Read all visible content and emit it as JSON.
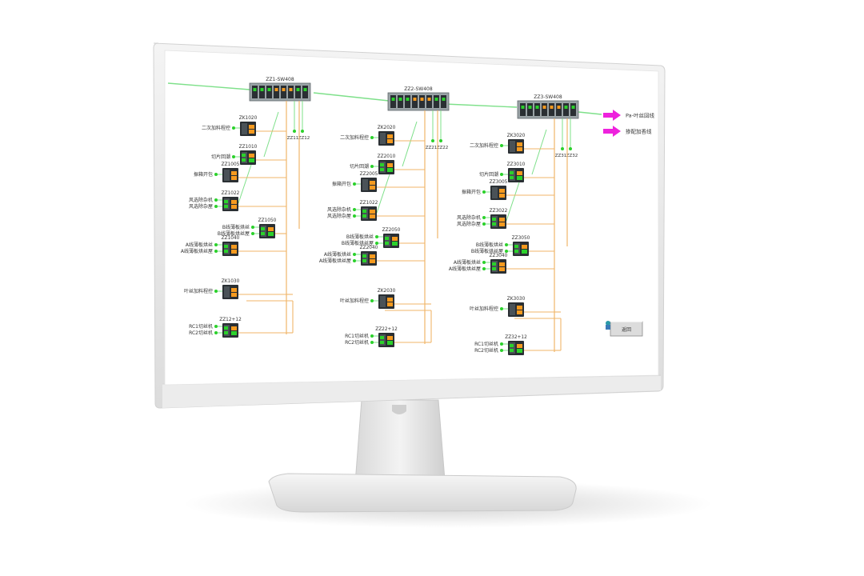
{
  "colors": {
    "network": "#7ee08a",
    "fiber": "#f0b66a",
    "port_green": "#2bd12b",
    "port_orange": "#f59a1f",
    "arrow": "#ee22dd",
    "device": "#2a2f33"
  },
  "switches": [
    {
      "name": "ZZ1-SW408",
      "ports": [
        "ZZ11",
        "ZZ12"
      ]
    },
    {
      "name": "ZZ2-SW408",
      "ports": [
        "ZZ21",
        "ZZ22"
      ]
    },
    {
      "name": "ZZ3-SW408",
      "ports": [
        "ZZ31",
        "ZZ32"
      ]
    }
  ],
  "lines": [
    {
      "devices": [
        {
          "name": "ZK1020",
          "labels": [
            "二次加料程控"
          ]
        },
        {
          "name": "ZZ1010",
          "labels": [
            "切片回潮"
          ]
        },
        {
          "name": "ZZ1005",
          "labels": [
            "振箱开包"
          ]
        },
        {
          "name": "ZZ1022",
          "labels": [
            "风选除杂机",
            "风选除杂屋"
          ]
        },
        {
          "name": "ZZ1050",
          "labels": [
            "B线薄板烘丝",
            "B线薄板烘丝屋"
          ]
        },
        {
          "name": "ZZ1040",
          "labels": [
            "A线薄板烘丝",
            "A线薄板烘丝屋"
          ]
        },
        {
          "name": "ZK1030",
          "labels": [
            "叶丝加料程控"
          ]
        },
        {
          "name": "ZZ12+12",
          "labels": [
            "RC1切丝机",
            "RC2切丝机"
          ]
        }
      ]
    },
    {
      "devices": [
        {
          "name": "ZK2020",
          "labels": [
            "二次加料程控"
          ]
        },
        {
          "name": "ZZ2010",
          "labels": [
            "切片回潮"
          ]
        },
        {
          "name": "ZZ2005",
          "labels": [
            "振箱开包"
          ]
        },
        {
          "name": "ZZ1022",
          "labels": [
            "风选除杂机",
            "风选除杂屋"
          ]
        },
        {
          "name": "ZZ2050",
          "labels": [
            "B线薄板烘丝",
            "B线薄板烘丝屋"
          ]
        },
        {
          "name": "ZZ2040",
          "labels": [
            "A线薄板烘丝",
            "A线薄板烘丝屋"
          ]
        },
        {
          "name": "ZK2030",
          "labels": [
            "叶丝加料程控"
          ]
        },
        {
          "name": "ZZ22+12",
          "labels": [
            "RC1切丝机",
            "RC2切丝机"
          ]
        }
      ]
    },
    {
      "devices": [
        {
          "name": "ZK3020",
          "labels": [
            "二次加料程控"
          ]
        },
        {
          "name": "ZZ3010",
          "labels": [
            "切片回潮"
          ]
        },
        {
          "name": "ZZ3005",
          "labels": [
            "振箱开包"
          ]
        },
        {
          "name": "ZZ3022",
          "labels": [
            "风选除杂机",
            "风选除杂屋"
          ]
        },
        {
          "name": "ZZ3050",
          "labels": [
            "B线薄板烘丝",
            "B线薄板烘丝屋"
          ]
        },
        {
          "name": "ZZ3040",
          "labels": [
            "A线薄板烘丝",
            "A线薄板烘丝屋"
          ]
        },
        {
          "name": "ZK3030",
          "labels": [
            "叶丝加料程控"
          ]
        },
        {
          "name": "ZZ32+12",
          "labels": [
            "RC1切丝机",
            "RC2切丝机"
          ]
        }
      ]
    }
  ],
  "outputs": [
    {
      "label": "Pa-叶丝回线"
    },
    {
      "label": "掺配加香线"
    }
  ],
  "button": {
    "label": "返回"
  }
}
